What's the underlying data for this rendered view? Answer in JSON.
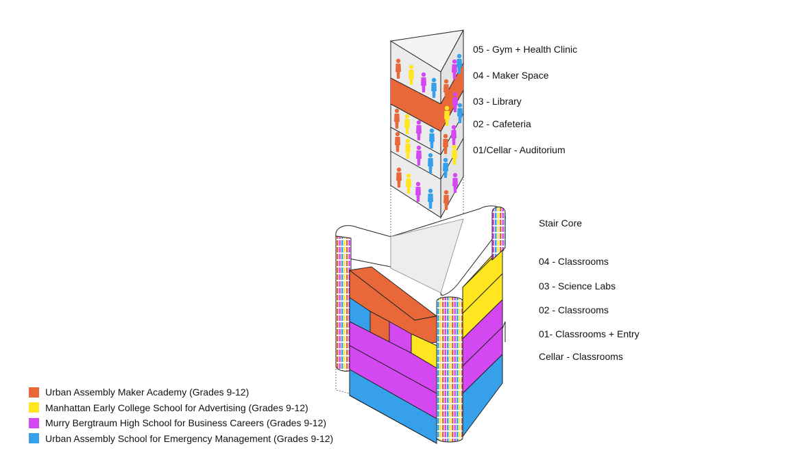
{
  "colors": {
    "orange": "#E8683A",
    "yellow": "#FFE620",
    "purple": "#D448F2",
    "blue": "#36A0EA",
    "outline": "#222222",
    "glass": "#EFEFEF"
  },
  "upper_tower_labels": [
    "05 - Gym + Health Clinic",
    "04 - Maker Space",
    "03 - Library",
    "02 - Cafeteria",
    "01/Cellar - Auditorium"
  ],
  "lower_building_labels": [
    "Stair Core",
    "04 - Classrooms",
    "03 - Science Labs",
    "02 - Classrooms",
    "01- Classrooms + Entry",
    "Cellar - Classrooms"
  ],
  "legend": [
    {
      "label": "Urban Assembly Maker Academy (Grades 9-12)",
      "color": "#E8683A"
    },
    {
      "label": "Manhattan Early College School for Advertising (Grades 9-12)",
      "color": "#FFE620"
    },
    {
      "label": "Murry Bergtraum High School for Business Careers (Grades 9-12)",
      "color": "#D448F2"
    },
    {
      "label": "Urban Assembly School for Emergency Management (Grades 9-12)",
      "color": "#36A0EA"
    }
  ]
}
